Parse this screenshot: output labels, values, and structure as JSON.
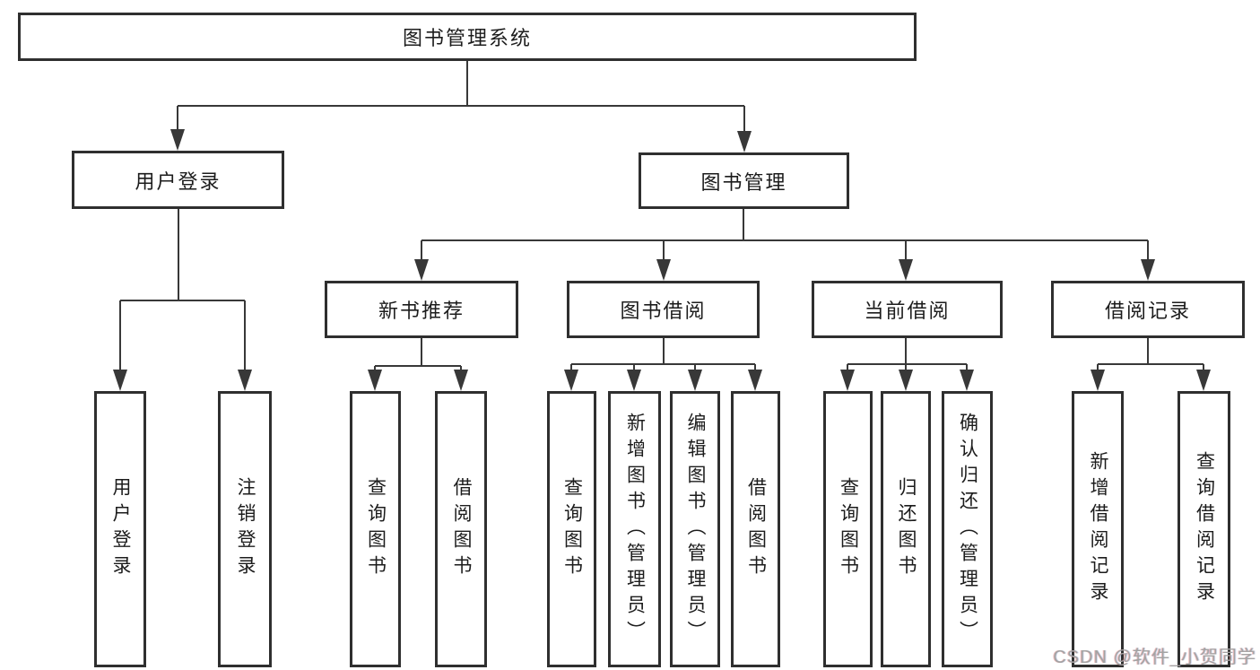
{
  "diagram_type": "hierarchy-tree",
  "colors": {
    "background": "#ffffff",
    "line": "#383838",
    "box_border": "#2f2f2f",
    "text": "#1c1c1c",
    "watermark": "#a3a3a3"
  },
  "tree": {
    "root": "图书管理系统",
    "login": {
      "label": "用户登录",
      "children": [
        "用户登录",
        "注销登录"
      ]
    },
    "mgmt": {
      "label": "图书管理",
      "groups": [
        {
          "label": "新书推荐",
          "children": [
            "查询图书",
            "借阅图书"
          ]
        },
        {
          "label": "图书借阅",
          "children": [
            "查询图书",
            "新增图书（管理员）",
            "编辑图书（管理员）",
            "借阅图书"
          ]
        },
        {
          "label": "当前借阅",
          "children": [
            "查询图书",
            "归还图书",
            "确认归还（管理员）"
          ]
        },
        {
          "label": "借阅记录",
          "children": [
            "新增借阅记录",
            "查询借阅记录"
          ]
        }
      ]
    }
  },
  "watermark": {
    "text": "CSDN @软件_小贺同学"
  }
}
